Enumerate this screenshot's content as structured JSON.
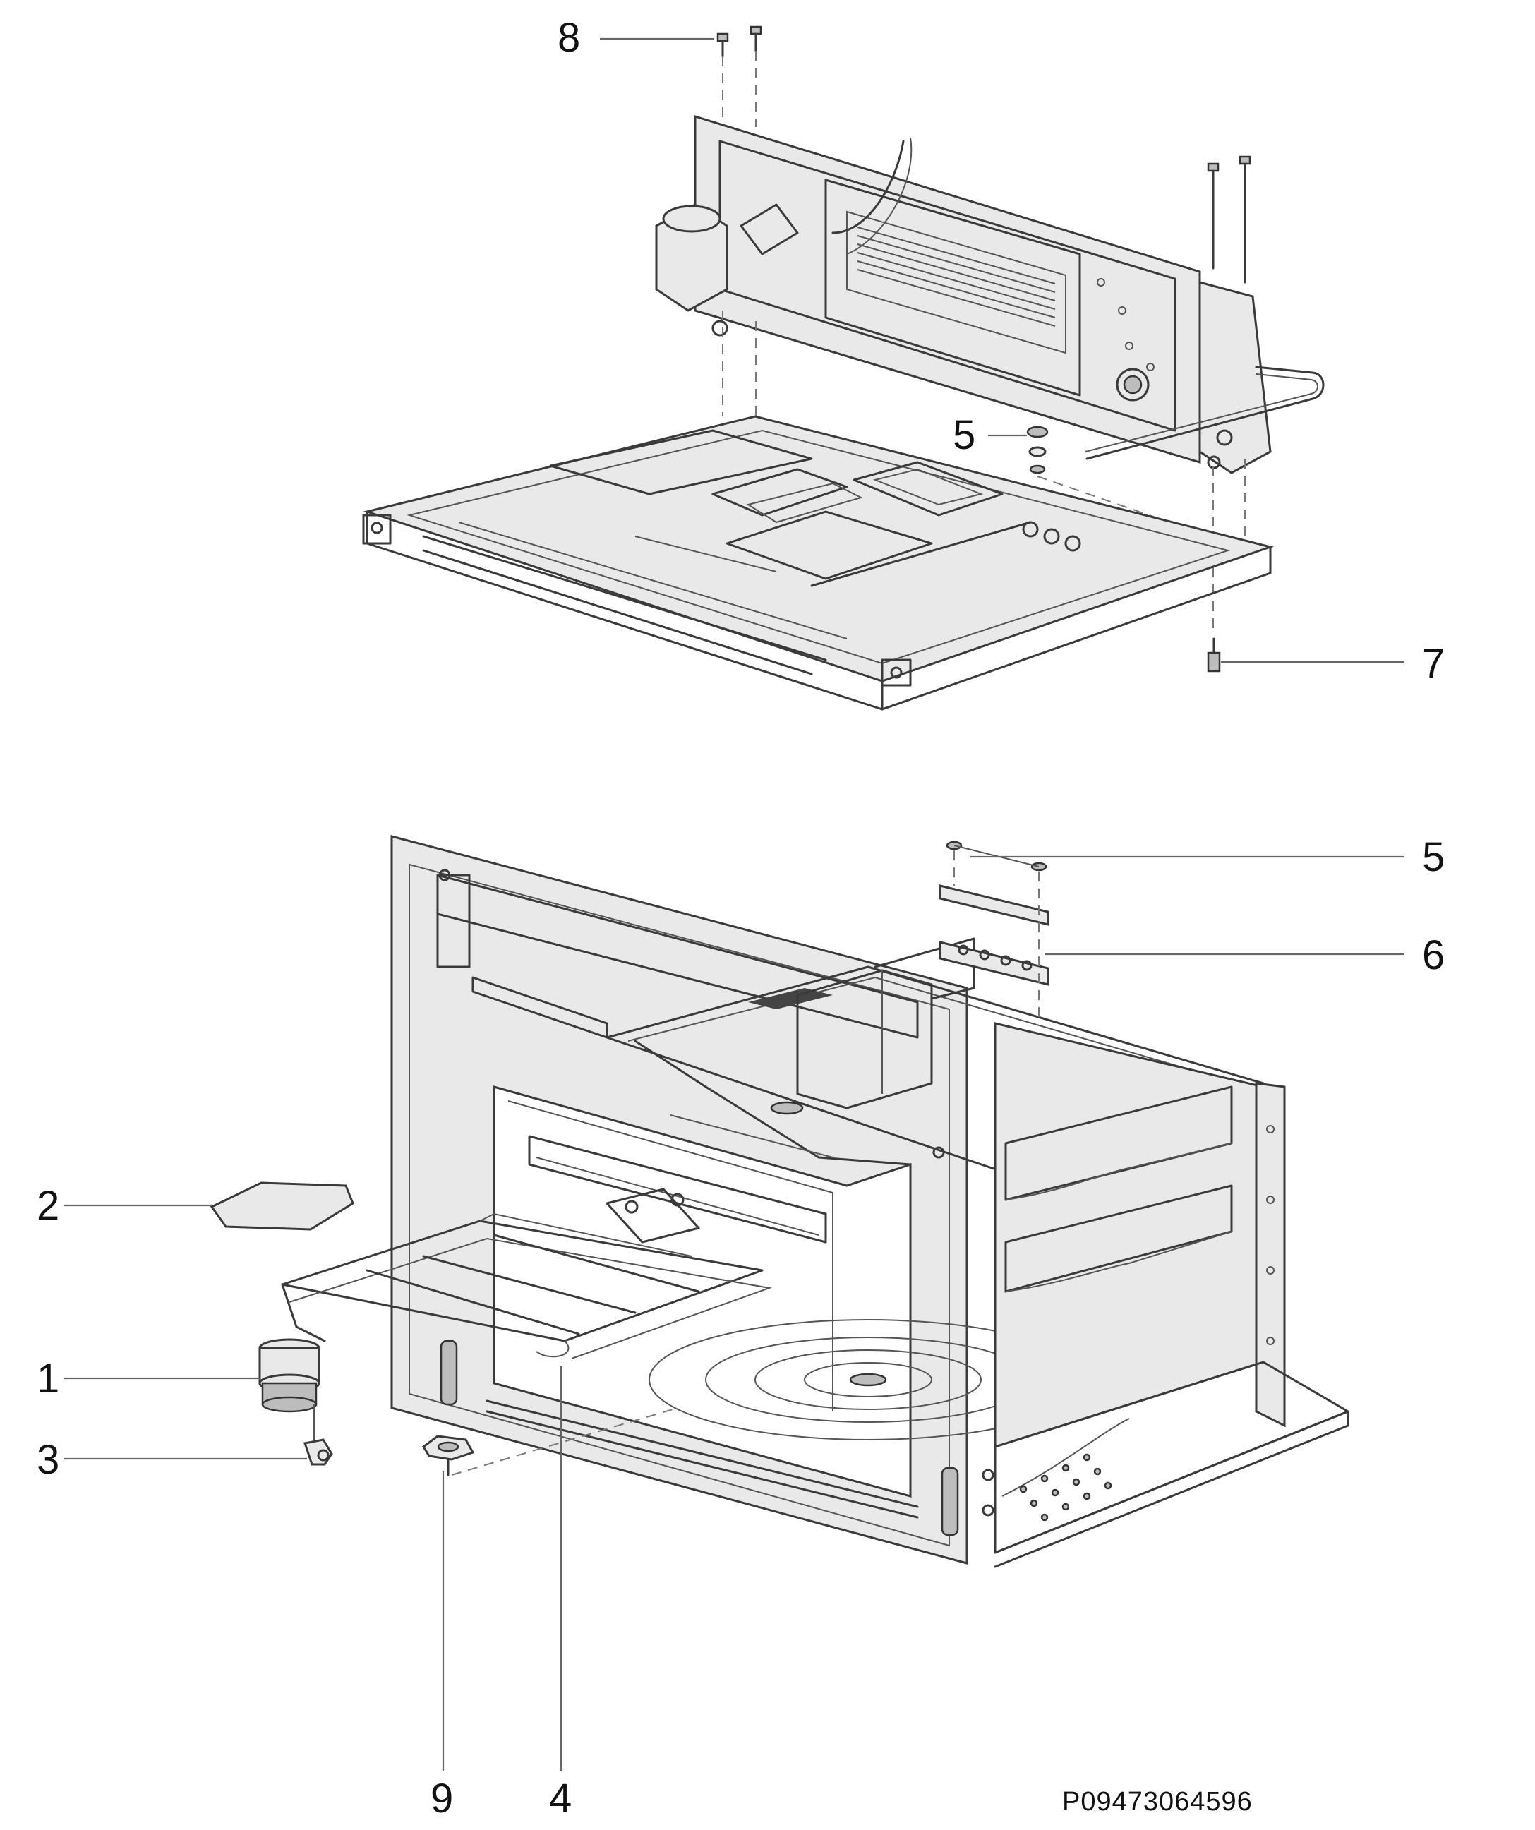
{
  "diagram": {
    "part_code": "P09473064596",
    "callouts": [
      {
        "id": "label-8",
        "text": "8"
      },
      {
        "id": "label-5-top",
        "text": "5"
      },
      {
        "id": "label-7",
        "text": "7"
      },
      {
        "id": "label-5-right",
        "text": "5"
      },
      {
        "id": "label-6",
        "text": "6"
      },
      {
        "id": "label-2",
        "text": "2"
      },
      {
        "id": "label-1",
        "text": "1"
      },
      {
        "id": "label-3",
        "text": "3"
      },
      {
        "id": "label-9",
        "text": "9"
      },
      {
        "id": "label-4",
        "text": "4"
      }
    ]
  }
}
